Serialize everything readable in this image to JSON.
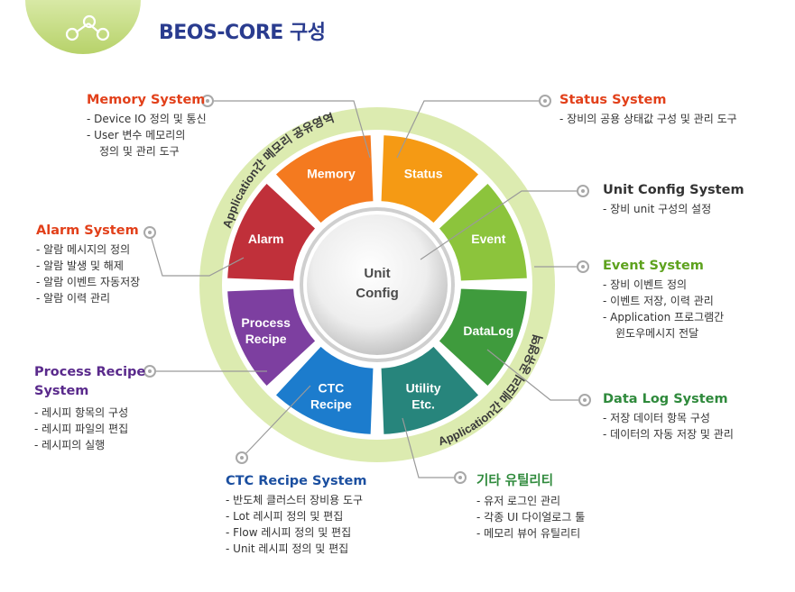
{
  "title": "BEOS-CORE 구성",
  "icon": "molecule-icon",
  "center": [
    "Unit",
    "Config"
  ],
  "ring_label": "Application간 메모리 공유영역",
  "segments": [
    {
      "lines": [
        "Memory"
      ],
      "color": "#f47a1f"
    },
    {
      "lines": [
        "Status"
      ],
      "color": "#f59a14"
    },
    {
      "lines": [
        "Event"
      ],
      "color": "#8cc43c"
    },
    {
      "lines": [
        "DataLog"
      ],
      "color": "#3f9b3d"
    },
    {
      "lines": [
        "Utility",
        "Etc."
      ],
      "color": "#27857c"
    },
    {
      "lines": [
        "CTC",
        "Recipe"
      ],
      "color": "#1c7ccd"
    },
    {
      "lines": [
        "Process",
        "Recipe"
      ],
      "color": "#7d3fa0"
    },
    {
      "lines": [
        "Alarm"
      ],
      "color": "#c0303a"
    }
  ],
  "systems": {
    "memory": {
      "title": "Memory System",
      "items": [
        "Device IO 정의 및 통신",
        "User 변수 메모리의\n정의 및 관리 도구"
      ]
    },
    "status": {
      "title": "Status System",
      "items": [
        "장비의 공용 상태값 구성 및 관리 도구"
      ]
    },
    "unit_config": {
      "title": "Unit Config System",
      "items": [
        "장비 unit 구성의 설정"
      ]
    },
    "event": {
      "title": "Event System",
      "items": [
        "장비 이벤트 정의",
        "이벤트 저장, 이력 관리",
        "Application 프로그램간\n윈도우메시지 전달"
      ]
    },
    "alarm": {
      "title": "Alarm System",
      "items": [
        "알람 메시지의 정의",
        "알람 발생 및 해제",
        "알람 이벤트 자동저장",
        "알람 이력 관리"
      ]
    },
    "process_recipe": {
      "title": "Process Recipe\nSystem",
      "items": [
        "레시피 항목의 구성",
        "레시피 파일의 편집",
        "레시피의 실행"
      ]
    },
    "datalog": {
      "title": "Data Log System",
      "items": [
        "저장 데이터 항목 구성",
        "데이터의 자동 저장 및 관리"
      ]
    },
    "ctc_recipe": {
      "title": "CTC Recipe System",
      "items": [
        "반도체 클러스터 장비용 도구",
        "Lot 레시피 정의 및 편집",
        "Flow 레시피 정의 및 편집",
        "Unit 레시피  정의 및 편집"
      ]
    },
    "utility": {
      "title": "기타 유틸리티",
      "items": [
        "유저 로그인 관리",
        "각종 UI 다이얼로그 툴",
        "메모리 뷰어 유틸리티"
      ]
    }
  }
}
